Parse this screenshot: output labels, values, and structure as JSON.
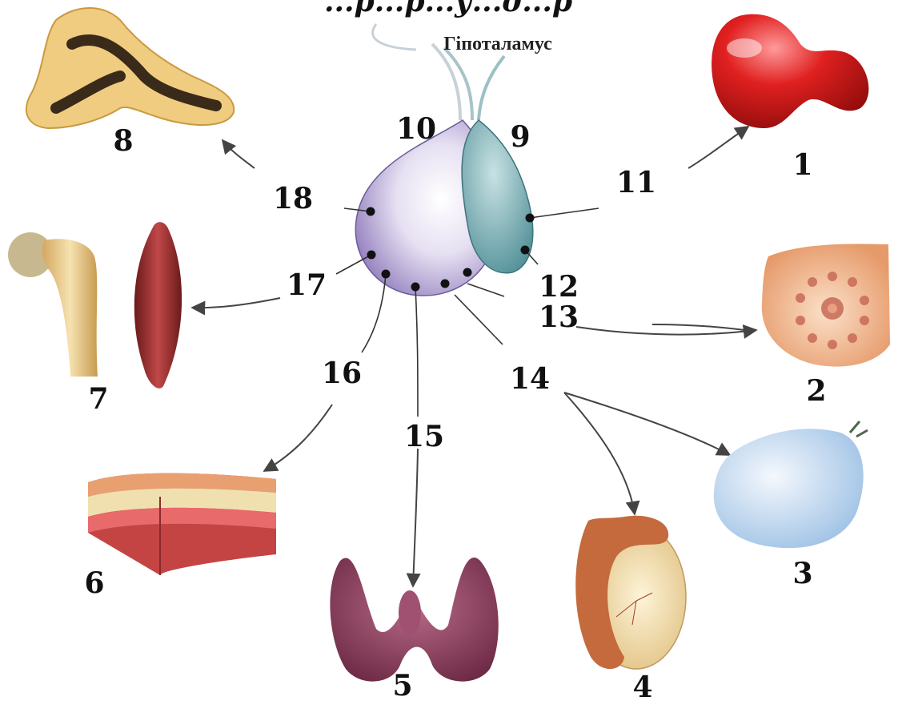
{
  "title": "...р...р...у...д...р",
  "hypothalamus_label": "Гіпоталамус",
  "callouts": {
    "n1": "1",
    "n2": "2",
    "n3": "3",
    "n4": "4",
    "n5": "5",
    "n6": "6",
    "n7": "7",
    "n8": "8",
    "n9": "9",
    "n10": "10",
    "n11": "11",
    "n12": "12",
    "n13": "13",
    "n14": "14",
    "n15": "15",
    "n16": "16",
    "n17": "17",
    "n18": "18"
  },
  "colors": {
    "anterior_lobe": "#8a74b8",
    "posterior_lobe": "#5a9aa0",
    "kidney": "#d01818",
    "mammary_gland": "#f2b080",
    "ovary": "#b8d2ec",
    "testis": "#f0dca0",
    "thyroid": "#8a3a5a",
    "skin": "#c84a4a",
    "bone": "#e8c27a",
    "muscle": "#9a2a2a",
    "adrenal": "#d8b060"
  }
}
